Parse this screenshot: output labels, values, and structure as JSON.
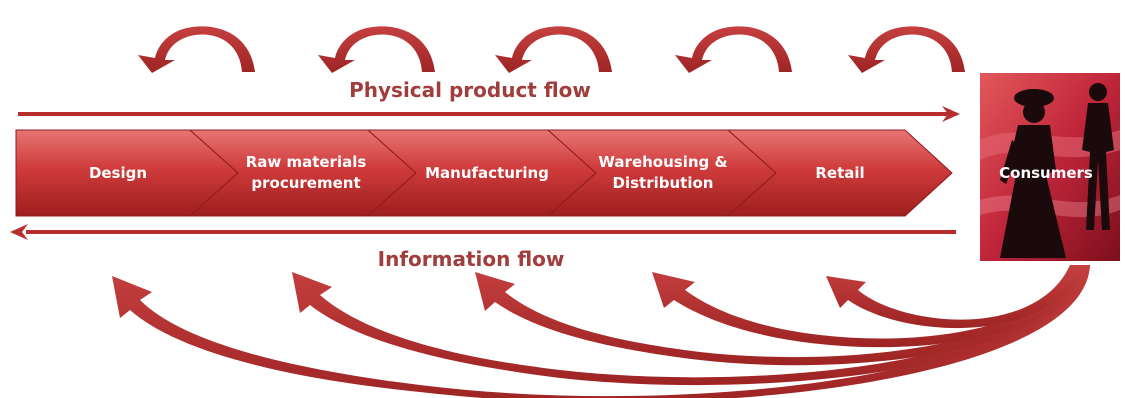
{
  "diagram": {
    "physical_flow_label": "Physical product flow",
    "information_flow_label": "Information flow",
    "stages": [
      {
        "lines": [
          "Design"
        ]
      },
      {
        "lines": [
          "Raw materials",
          "procurement"
        ]
      },
      {
        "lines": [
          "Manufacturing"
        ]
      },
      {
        "lines": [
          "Warehousing &",
          "Distribution"
        ]
      },
      {
        "lines": [
          "Retail"
        ]
      }
    ],
    "consumers_label": "Consumers"
  },
  "colors": {
    "arrow_red": "#b82e2e",
    "label_red": "#a03e3e",
    "stage_dark": "#a82424",
    "stage_light": "#e05c5c",
    "stage_text": "#ffffff"
  }
}
